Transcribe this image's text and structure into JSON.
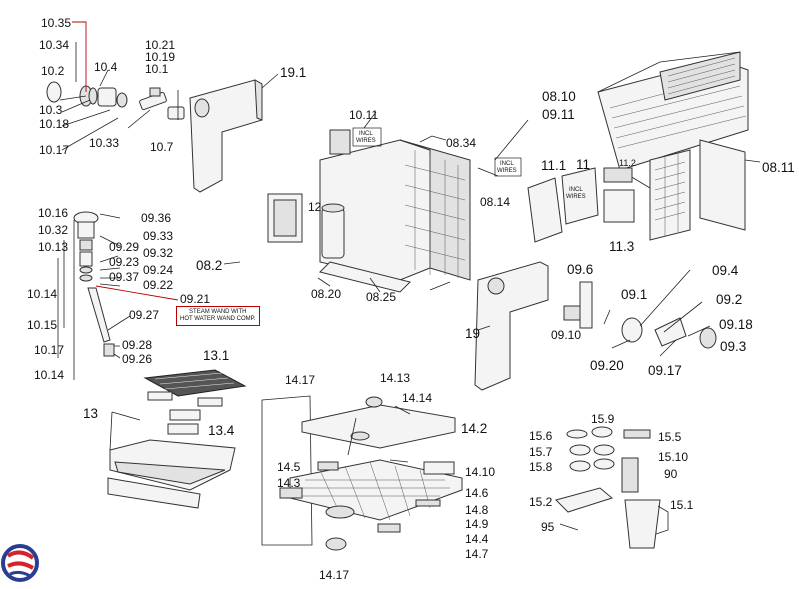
{
  "labels": {
    "l_10_35": "10.35",
    "l_10_34": "10.34",
    "l_10_2": "10.2",
    "l_10_4": "10.4",
    "l_10_21": "10.21",
    "l_10_19": "10.19",
    "l_10_1": "10.1",
    "l_10_3": "10.3",
    "l_10_18": "10.18",
    "l_10_17a": "10.17",
    "l_10_33": "10.33",
    "l_10_7": "10.7",
    "l_19_1": "19.1",
    "l_10_11": "10.11",
    "l_08_34": "08.34",
    "l_08_10": "08.10",
    "l_09_11": "09.11",
    "l_11_1": "11.1",
    "l_11": "11",
    "l_11_2": "11.2",
    "l_08_11": "08.11",
    "l_08_14": "08.14",
    "l_11_3": "11.3",
    "l_12": "12",
    "l_10_16": "10.16",
    "l_10_32": "10.32",
    "l_10_13": "10.13",
    "l_09_36": "09.36",
    "l_09_33": "09.33",
    "l_09_29": "09.29",
    "l_09_32": "09.32",
    "l_09_23": "09.23",
    "l_09_24": "09.24",
    "l_09_37": "09.37",
    "l_09_22": "09.22",
    "l_10_14a": "10.14",
    "l_09_21": "09.21",
    "l_10_15": "10.15",
    "l_09_27": "09.27",
    "l_10_17b": "10.17",
    "l_09_28": "09.28",
    "l_10_14b": "10.14",
    "l_09_26": "09.26",
    "l_08_2": "08.2",
    "l_08_20": "08.20",
    "l_08_25": "08.25",
    "l_19": "19",
    "l_09_6": "09.6",
    "l_09_4": "09.4",
    "l_09_1": "09.1",
    "l_09_2": "09.2",
    "l_09_10": "09.10",
    "l_09_18": "09.18",
    "l_09_3": "09.3",
    "l_09_20": "09.20",
    "l_09_17": "09.17",
    "l_13_1": "13.1",
    "l_13": "13",
    "l_13_4": "13.4",
    "l_14_17a": "14.17",
    "l_14_13": "14.13",
    "l_14_14": "14.14",
    "l_14_2": "14.2",
    "l_14_5": "14.5",
    "l_14_3": "14.3",
    "l_14_10": "14.10",
    "l_14_6": "14.6",
    "l_14_8": "14.8",
    "l_14_9": "14.9",
    "l_14_4": "14.4",
    "l_14_7": "14.7",
    "l_14_17b": "14.17",
    "l_15_9": "15.9",
    "l_15_6": "15.6",
    "l_15_5": "15.5",
    "l_15_7": "15.7",
    "l_15_10": "15.10",
    "l_15_8": "15.8",
    "l_90": "90",
    "l_15_2": "15.2",
    "l_15_1": "15.1",
    "l_95": "95"
  },
  "notes": {
    "incl_wires_a": "INCL\nWIRES",
    "incl_wires_b": "INCL\nWIRES",
    "incl_wires_c": "INCL\nWIRES",
    "steam_wand": "STEAM WAND WITH\nHOT WATER WAND COMP."
  },
  "colors": {
    "line": "#222222",
    "callout_red": "#bb0000",
    "logo_red": "#d4232b",
    "logo_blue": "#2a3d8f"
  }
}
